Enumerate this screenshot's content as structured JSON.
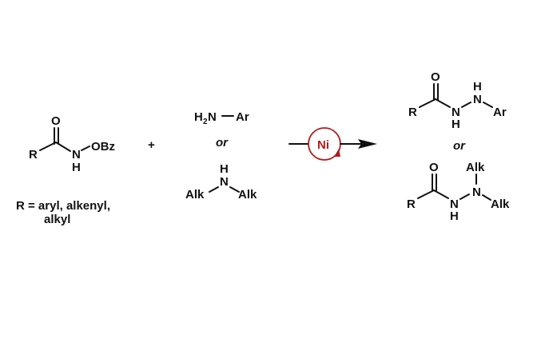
{
  "colors": {
    "catalyst": "#b01c1c",
    "ink": "#111111"
  },
  "reactant1": {
    "O": "O",
    "R": "R",
    "N": "N",
    "H": "H",
    "leaving_group": "OBz"
  },
  "r_definition": {
    "line1": "R = aryl, alkenyl,",
    "line2": "alkyl"
  },
  "plus": "+",
  "reactant2": {
    "option1": {
      "H": "H",
      "sub2": "2",
      "N": "N",
      "Ar": "Ar"
    },
    "or": "or",
    "option2": {
      "H": "H",
      "N": "N",
      "Alk_left": "Alk",
      "Alk_right": "Alk"
    }
  },
  "catalyst": {
    "label": "Ni"
  },
  "product1": {
    "O": "O",
    "R": "R",
    "N1": "N",
    "H1": "H",
    "N2": "N",
    "H2": "H",
    "Ar": "Ar"
  },
  "products_or": "or",
  "product2": {
    "O": "O",
    "R": "R",
    "N1": "N",
    "H1": "H",
    "N2": "N",
    "Alk_top": "Alk",
    "Alk_right": "Alk"
  }
}
